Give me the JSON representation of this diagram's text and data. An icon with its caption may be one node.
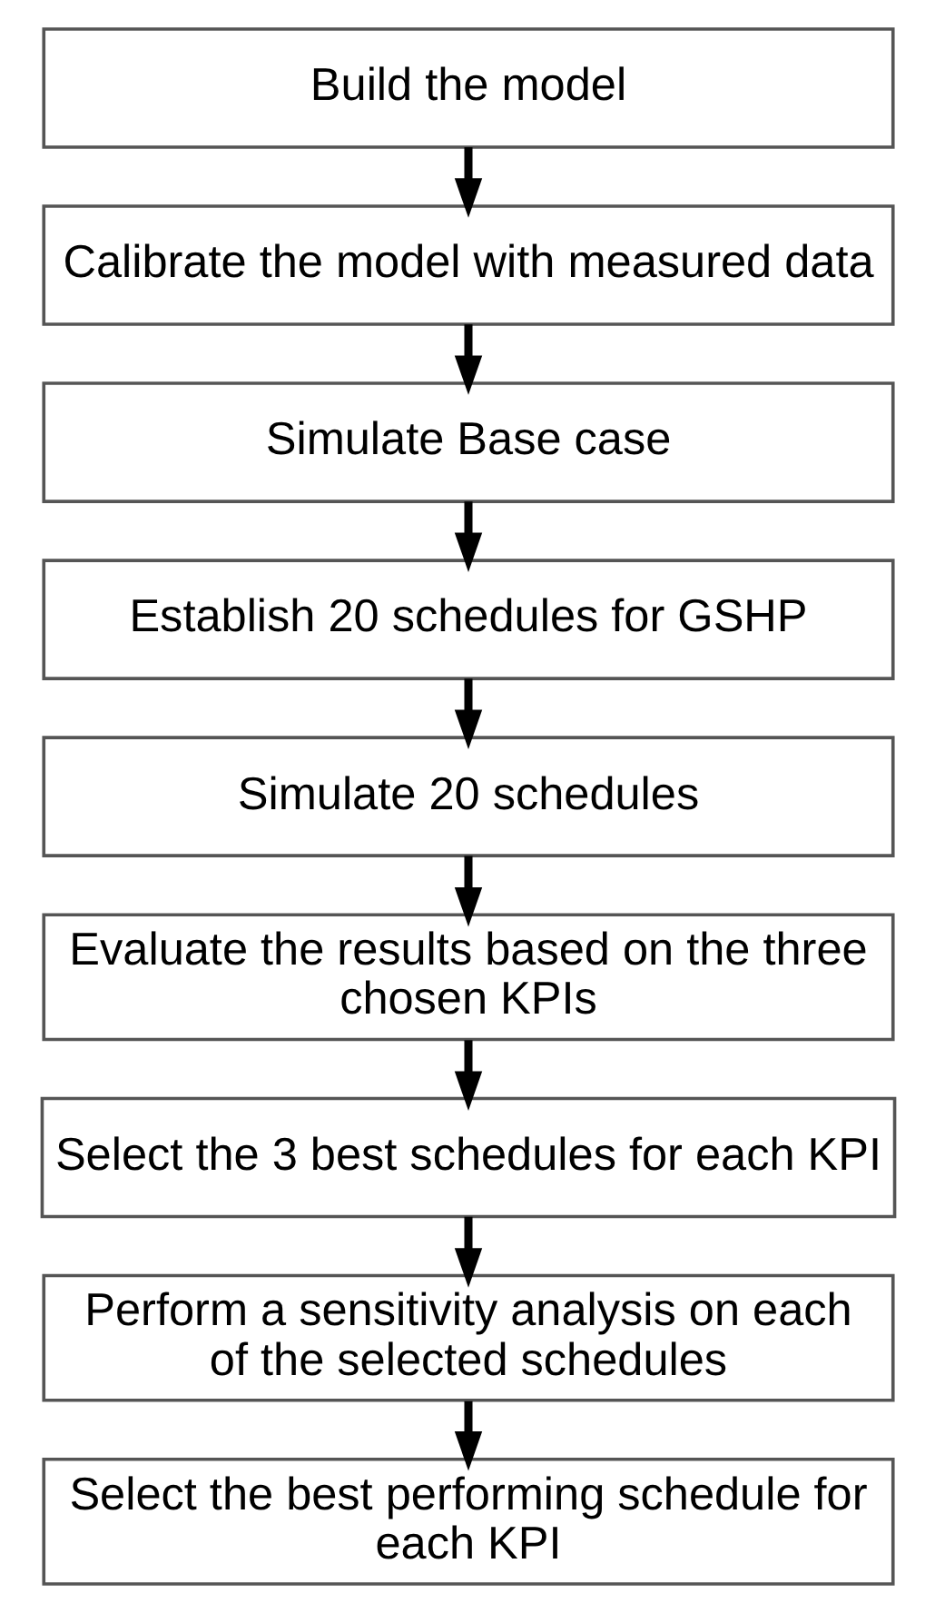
{
  "diagram": {
    "nodes": [
      {
        "text": [
          "Build the model"
        ]
      },
      {
        "text": [
          "Calibrate the model with measured data"
        ]
      },
      {
        "text": [
          "Simulate Base case"
        ]
      },
      {
        "text": [
          "Establish 20 schedules for GSHP"
        ]
      },
      {
        "text": [
          "Simulate 20 schedules"
        ]
      },
      {
        "text": [
          "Evaluate the results based on the three chosen KPIs"
        ]
      },
      {
        "text": [
          "Select the 3 best schedules for each KPI"
        ]
      },
      {
        "text": [
          "Perform a sensitivity analysis on each of the selected schedules"
        ]
      },
      {
        "text": [
          "Select the best performing schedule for each KPI"
        ]
      }
    ],
    "edges": [
      {
        "from": 0,
        "to": 1,
        "arrow": "to"
      },
      {
        "from": 1,
        "to": 2,
        "arrow": "to"
      },
      {
        "from": 2,
        "to": 3,
        "arrow": "to"
      },
      {
        "from": 3,
        "to": 4,
        "arrow": "to"
      },
      {
        "from": 4,
        "to": 5,
        "arrow": "to"
      },
      {
        "from": 5,
        "to": 6,
        "arrow": "to"
      },
      {
        "from": 6,
        "to": 7,
        "arrow": "to"
      },
      {
        "from": 7,
        "to": 8,
        "arrow": "to"
      }
    ]
  }
}
